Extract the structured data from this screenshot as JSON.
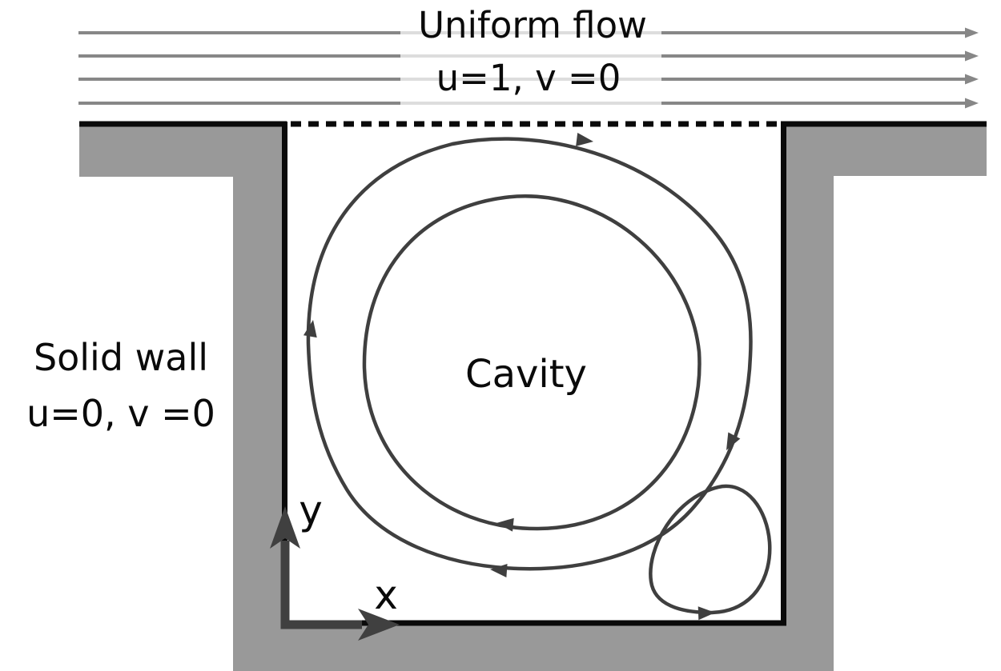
{
  "diagram": {
    "top_flow": {
      "label": "Uniform flow",
      "condition": "u=1, v =0"
    },
    "solid_wall": {
      "label": "Solid wall",
      "condition": "u=0, v =0"
    },
    "cavity": {
      "label": "Cavity"
    },
    "axes": {
      "x_label": "x",
      "y_label": "y"
    }
  },
  "colors": {
    "wall_gray": "#999999",
    "boundary_black": "#0a0a0a",
    "flow_gray": "#878787",
    "streamline_gray": "#3f3f3f",
    "axis_gray": "#404040",
    "background": "#ffffff",
    "label_backdrop": "rgba(255,255,255,0.72)"
  }
}
